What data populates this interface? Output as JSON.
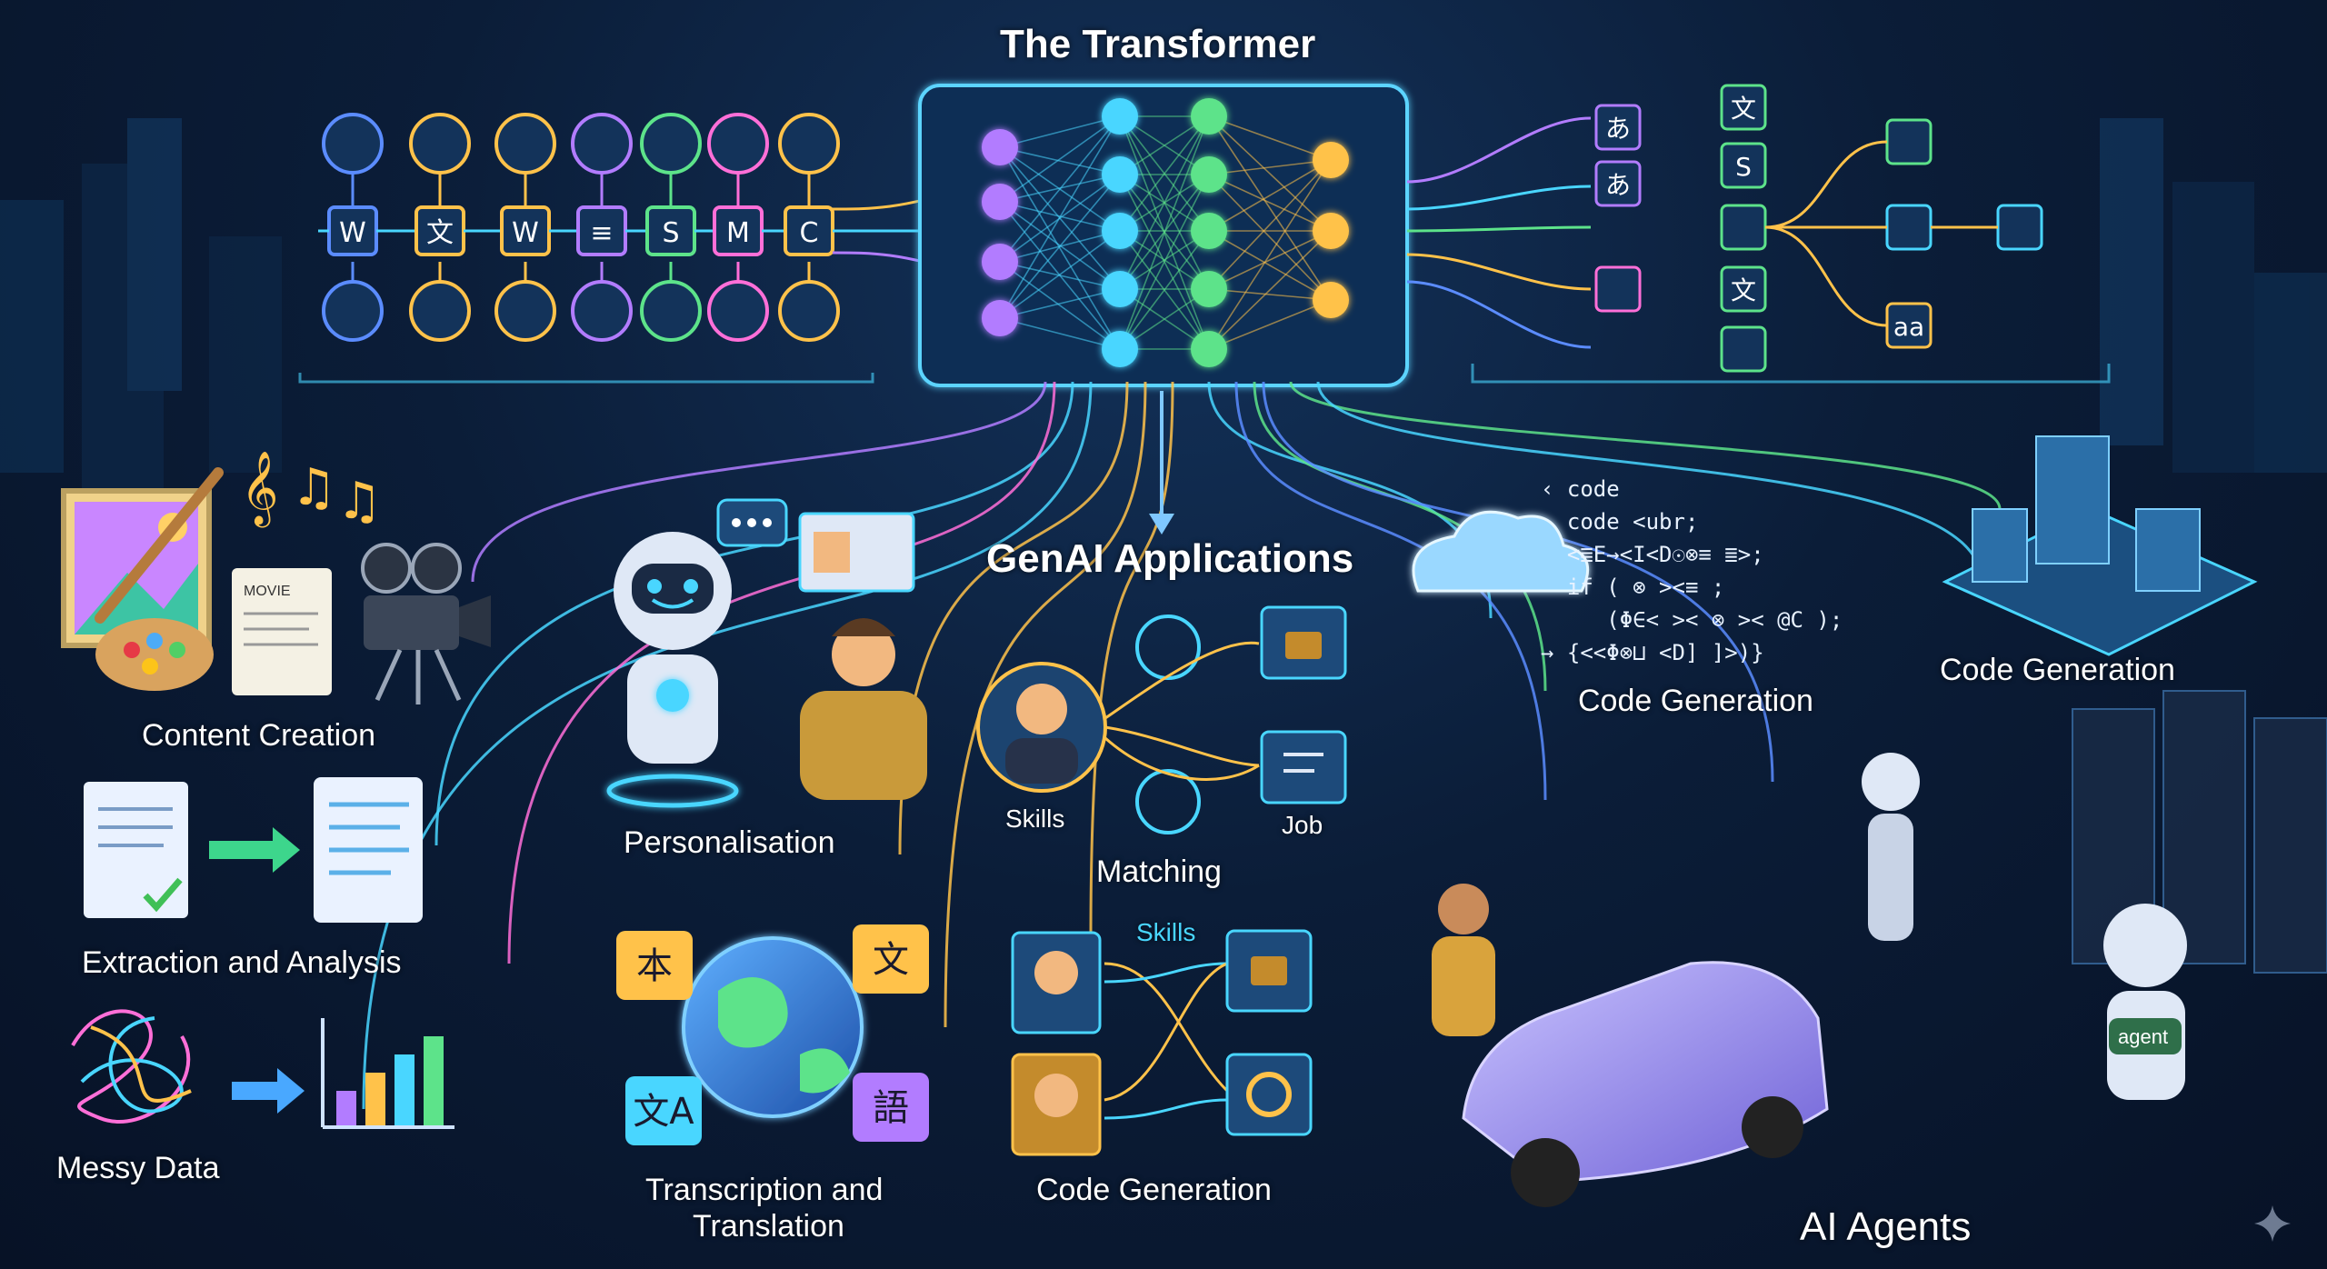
{
  "title": "The Transformer",
  "center_label": "GenAI Applications",
  "applications": {
    "content_creation": "Content Creation",
    "personalisation": "Personalisation",
    "extraction": "Extraction and Analysis",
    "messy_data": "Messy Data",
    "transcription_line1": "Transcription and",
    "transcription_line2": "Translation",
    "skills": "Skills",
    "job": "Job",
    "matching": "Matching",
    "skills_small": "Skills",
    "code_generation_bottom": "Code Generation",
    "code_generation_middle": "Code Generation",
    "code_generation_right": "Code Generation",
    "ai_agents": "AI Agents"
  },
  "code_snippet": [
    "‹ code",
    "  code <ubr;",
    "  <≣E→<I<D☉⊗≡ ≣>;",
    "  if ( ⊗ ><≡ ;",
    "     (Φ∈< >< ⊗ >< @C );",
    "→ {<<Φ⊗⊔ <D] ]>)}"
  ],
  "glyphs": {
    "input_tokens": [
      "W",
      "文",
      "W",
      "≡",
      "S",
      "M",
      "C"
    ],
    "output_glyphs": [
      "あ",
      "あ",
      "文",
      "S",
      "文",
      "aa"
    ],
    "translation": [
      "本",
      "文",
      "文A",
      "語"
    ],
    "robot_badge": "agent",
    "movie_script": "MOVIE"
  },
  "colors": {
    "cyan": "#49d6ff",
    "blue": "#5b8cff",
    "purple": "#b27cff",
    "yellow": "#ffc24a",
    "green": "#5de38a",
    "pink": "#ff6fd8"
  }
}
